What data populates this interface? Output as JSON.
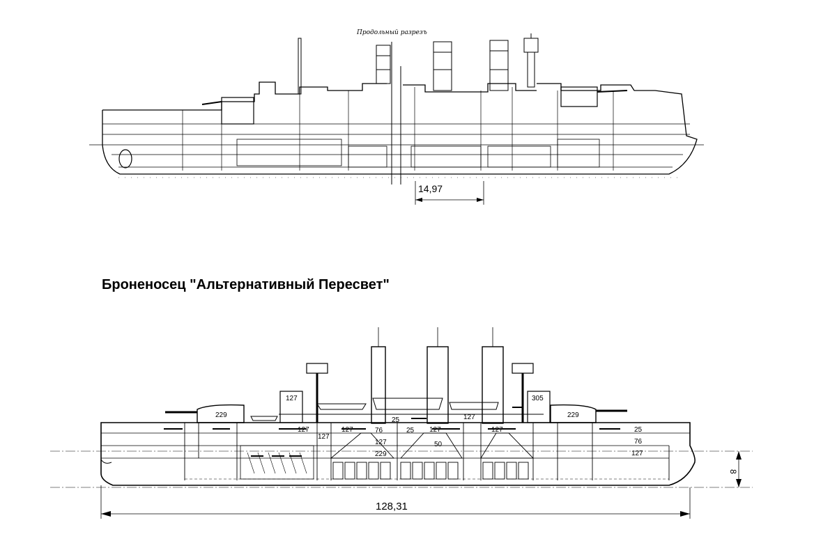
{
  "top_drawing": {
    "handwritten_title": "Продольный разрезъ",
    "dimension_label": "14,97"
  },
  "title": "Броненосец \"Альтернативный Пересвет\"",
  "bottom_drawing": {
    "length_label": "128,31",
    "draft_label": "8",
    "armor_labels": {
      "turret_fore": "229",
      "turret_aft": "229",
      "casemate_fore": "127",
      "casemate_aft": "305",
      "battery_127_a": "127",
      "battery_127_b": "127",
      "battery_127_c": "127",
      "battery_127_d": "127",
      "battery_127_e": "127",
      "battery_127_f": "127",
      "deck_25_a": "25",
      "deck_25_b": "25",
      "deck_76_a": "76",
      "belt_127_mid": "127",
      "belt_229_mid": "229",
      "deck_50": "50",
      "bow_25": "25",
      "bow_76": "76",
      "bow_127": "127"
    }
  }
}
